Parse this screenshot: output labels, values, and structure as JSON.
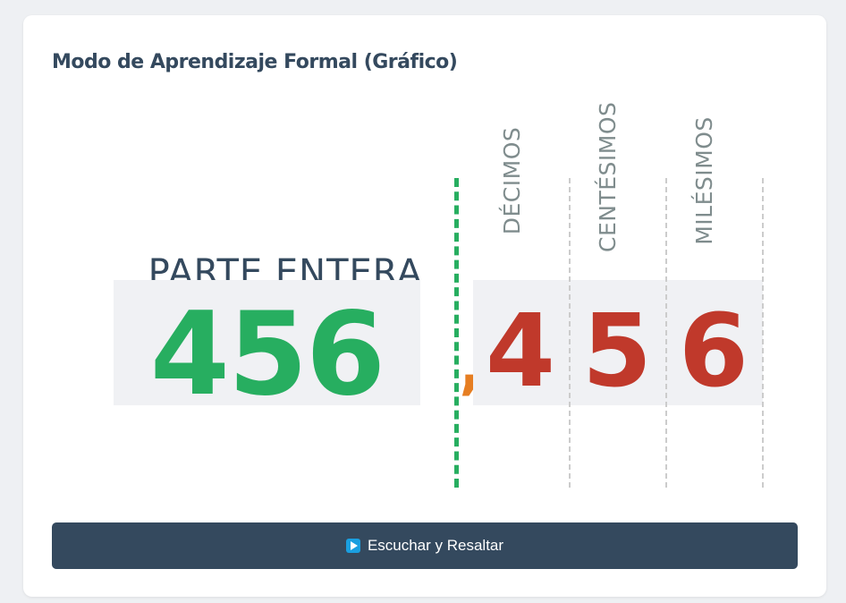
{
  "card": {
    "title": "Modo de Aprendizaje Formal (Gráfico)"
  },
  "integer_part": {
    "label": "PARTE ENTERA",
    "value": "456",
    "color": "#27ae60"
  },
  "decimal_separator": {
    "symbol": ",",
    "color": "#e67e22",
    "line_color": "#27ae60"
  },
  "decimal_places": [
    {
      "label": "DÉCIMOS",
      "digit": "4"
    },
    {
      "label": "CENTÉSIMOS",
      "digit": "5"
    },
    {
      "label": "MILÉSIMOS",
      "digit": "6"
    }
  ],
  "colors": {
    "decimal_digit": "#c0392b",
    "title_text": "#34495e",
    "button_bg": "#34495e"
  },
  "action_button": {
    "icon": "play-icon",
    "label": "Escuchar y Resaltar"
  }
}
